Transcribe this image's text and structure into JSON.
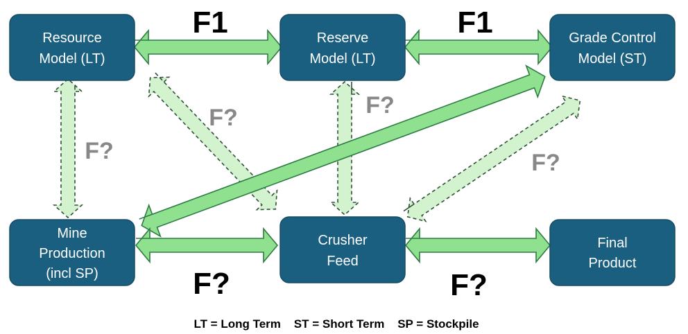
{
  "nodes": {
    "resource_model": {
      "line1": "Resource",
      "line2": "Model (LT)"
    },
    "reserve_model": {
      "line1": "Reserve",
      "line2": "Model (LT)"
    },
    "grade_control_model": {
      "line1": "Grade Control",
      "line2": "Model (ST)"
    },
    "mine_production": {
      "line1": "Mine",
      "line2": "Production",
      "line3": "(incl SP)"
    },
    "crusher_feed": {
      "line1": "Crusher",
      "line2": "Feed"
    },
    "final_product": {
      "line1": "Final",
      "line2": "Product"
    }
  },
  "factors": {
    "resource_reserve": "F1",
    "reserve_grade_control": "F1",
    "resource_mine": "F?",
    "resource_crusher": "F?",
    "reserve_crusher": "F?",
    "grade_control_crusher": "F?",
    "mine_crusher": "F?",
    "crusher_final": "F?"
  },
  "legend": "LT = Long Term    ST = Short Term    SP = Stockpile",
  "colors": {
    "node_fill": "#1a5f7f",
    "node_text": "#ffffff",
    "solid_arrow_fill": "#8fe08f",
    "dashed_arrow_fill": "#d3f3cf",
    "known_factor_text": "#000000",
    "unknown_factor_text": "#888888"
  }
}
